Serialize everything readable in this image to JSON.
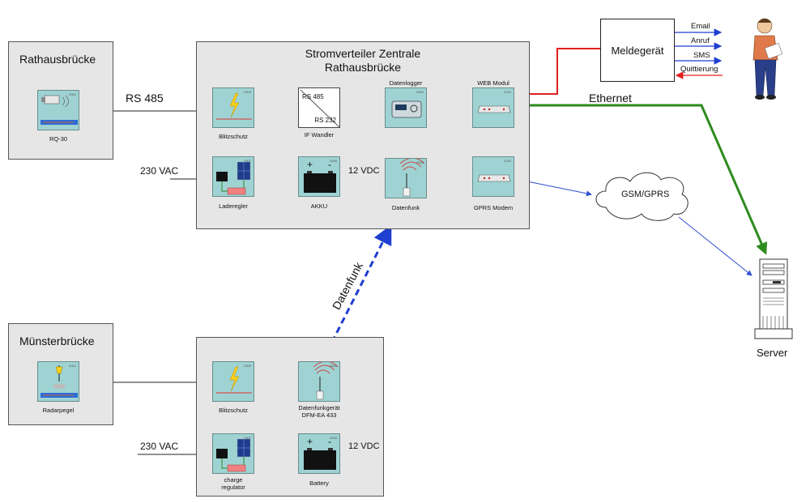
{
  "panels": {
    "rathausbruecke": {
      "title": "Rathausbrücke"
    },
    "zentrale": {
      "title_line1": "Stromverteiler Zentrale",
      "title_line2": "Rathausbrücke"
    },
    "muensterbruecke": {
      "title": "Münsterbrücke"
    }
  },
  "modules": {
    "rq30": "RQ-30",
    "blitzschutz_top": "Blitzschutz",
    "if_wandler": "IF Wandler",
    "if_wandler_rs485": "RS 485",
    "if_wandler_rs232": "RS 232",
    "datenlogger": "Datenlogger",
    "web_modul": "WEB Modul",
    "laderegler": "Laderegler",
    "akku": "AKKU",
    "datenfunk": "Datenfunk",
    "gprs_modem": "GPRS Modem",
    "radarpegel": "Radarpegel",
    "blitzschutz_bottom": "Blitzschutz",
    "datenfunkgeraet_line1": "Datenfunkgerät",
    "datenfunkgeraet_line2": "DFM-EA 433",
    "charge_regulator_line1": "charge",
    "charge_regulator_line2": "regulator",
    "battery": "Battery",
    "battery_plus": "+",
    "battery_minus": "-"
  },
  "connections": {
    "rs485": "RS 485",
    "vac_top": "230 VAC",
    "vdc_top": "12 VDC",
    "vac_bottom": "230 VAC",
    "vdc_bottom": "12 VDC",
    "ethernet": "Ethernet",
    "datenfunk_link": "Datenfunk",
    "gsm_gprs": "GSM/GPRS"
  },
  "meldegeraet": {
    "label": "Meldegerät",
    "messages": [
      "Email",
      "Anruf",
      "SMS",
      "Quittierung"
    ]
  },
  "server": {
    "label": "Server"
  },
  "colors": {
    "panel_bg": "#e6e6e6",
    "module_bg": "#9fd3d3",
    "ethernet": "#2e8b1e",
    "alarm_link": "#e02020",
    "radio_link": "#1f3fd0",
    "gprs_link": "#3050d0"
  }
}
